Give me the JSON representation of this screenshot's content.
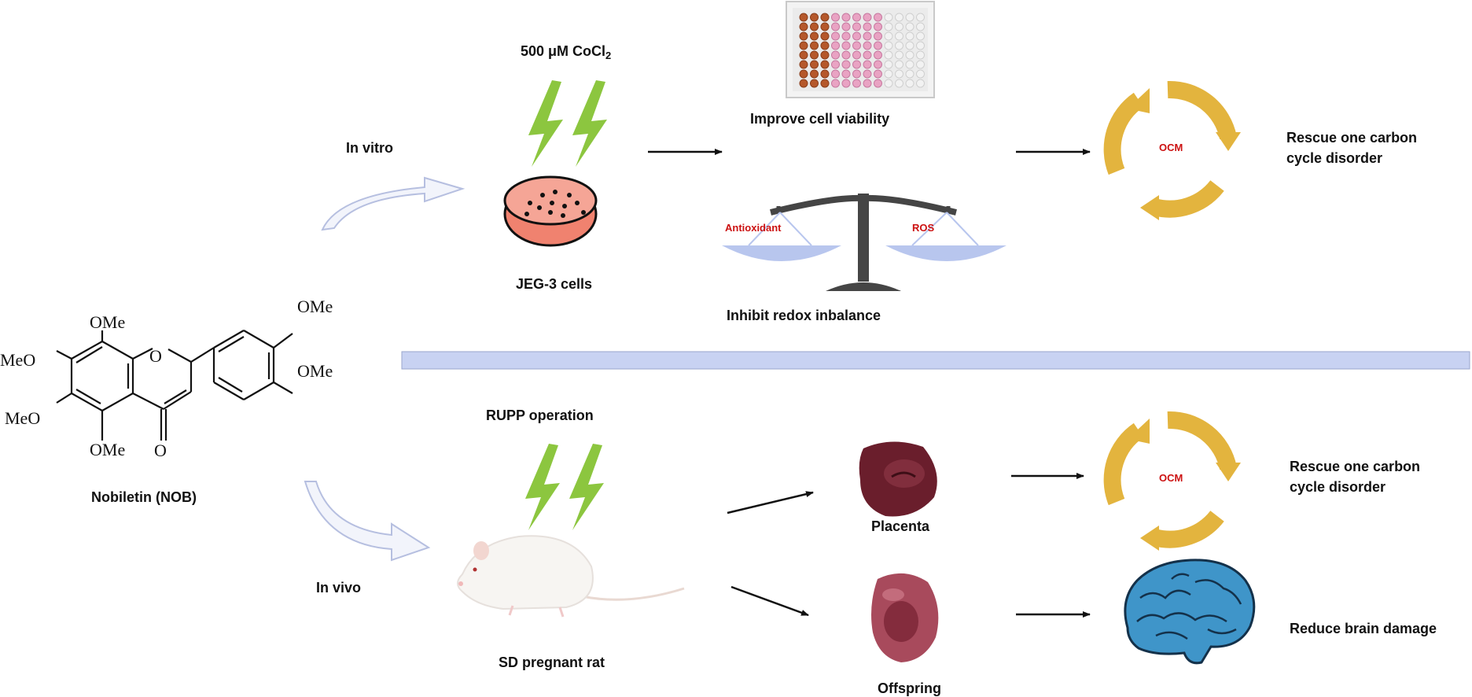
{
  "compound": {
    "name": "Nobiletin (NOB)",
    "substituents": {
      "c8": "OMe",
      "c7": "MeO",
      "c6": "MeO",
      "c5": "OMe",
      "ring_o": "O",
      "carbonyl_o": "O",
      "c4p": "OMe",
      "c3p": "OMe"
    }
  },
  "in_vitro": {
    "route_label": "In vitro",
    "stress_label": "500 μM CoCl",
    "stress_subscript": "2",
    "model_label": "JEG-3 cells",
    "outcome_viability": "Improve cell viability",
    "outcome_redox": "Inhibit redox inbalance",
    "balance_left": "Antioxidant",
    "balance_right": "ROS",
    "cycle_label": "OCM",
    "result": [
      "Rescue one carbon",
      "cycle disorder"
    ]
  },
  "in_vivo": {
    "route_label": "In vivo",
    "stress_label": "RUPP operation",
    "model_label": "SD pregnant rat",
    "placenta_label": "Placenta",
    "offspring_label": "Offspring",
    "cycle_label": "OCM",
    "result_placenta": [
      "Rescue one carbon",
      "cycle disorder"
    ],
    "result_offspring": "Reduce brain damage"
  },
  "colors": {
    "lightning": "#8cc63f",
    "cycle_arrow": "#e3b43e",
    "divider": "#c8d2f2",
    "dish_fill": "#f0826f",
    "brain": "#3f95c9",
    "tissue": "#6a1e2c",
    "balance_pan": "#b8c6ee",
    "balance_post": "#454545",
    "label_red": "#cc1111"
  },
  "icons": [
    "lightning-icon",
    "petri-dish-icon",
    "well-plate-icon",
    "balance-scale-icon",
    "cycle-arrows-icon",
    "rat-icon",
    "placenta-icon",
    "offspring-brain-tissue-icon",
    "brain-icon"
  ]
}
